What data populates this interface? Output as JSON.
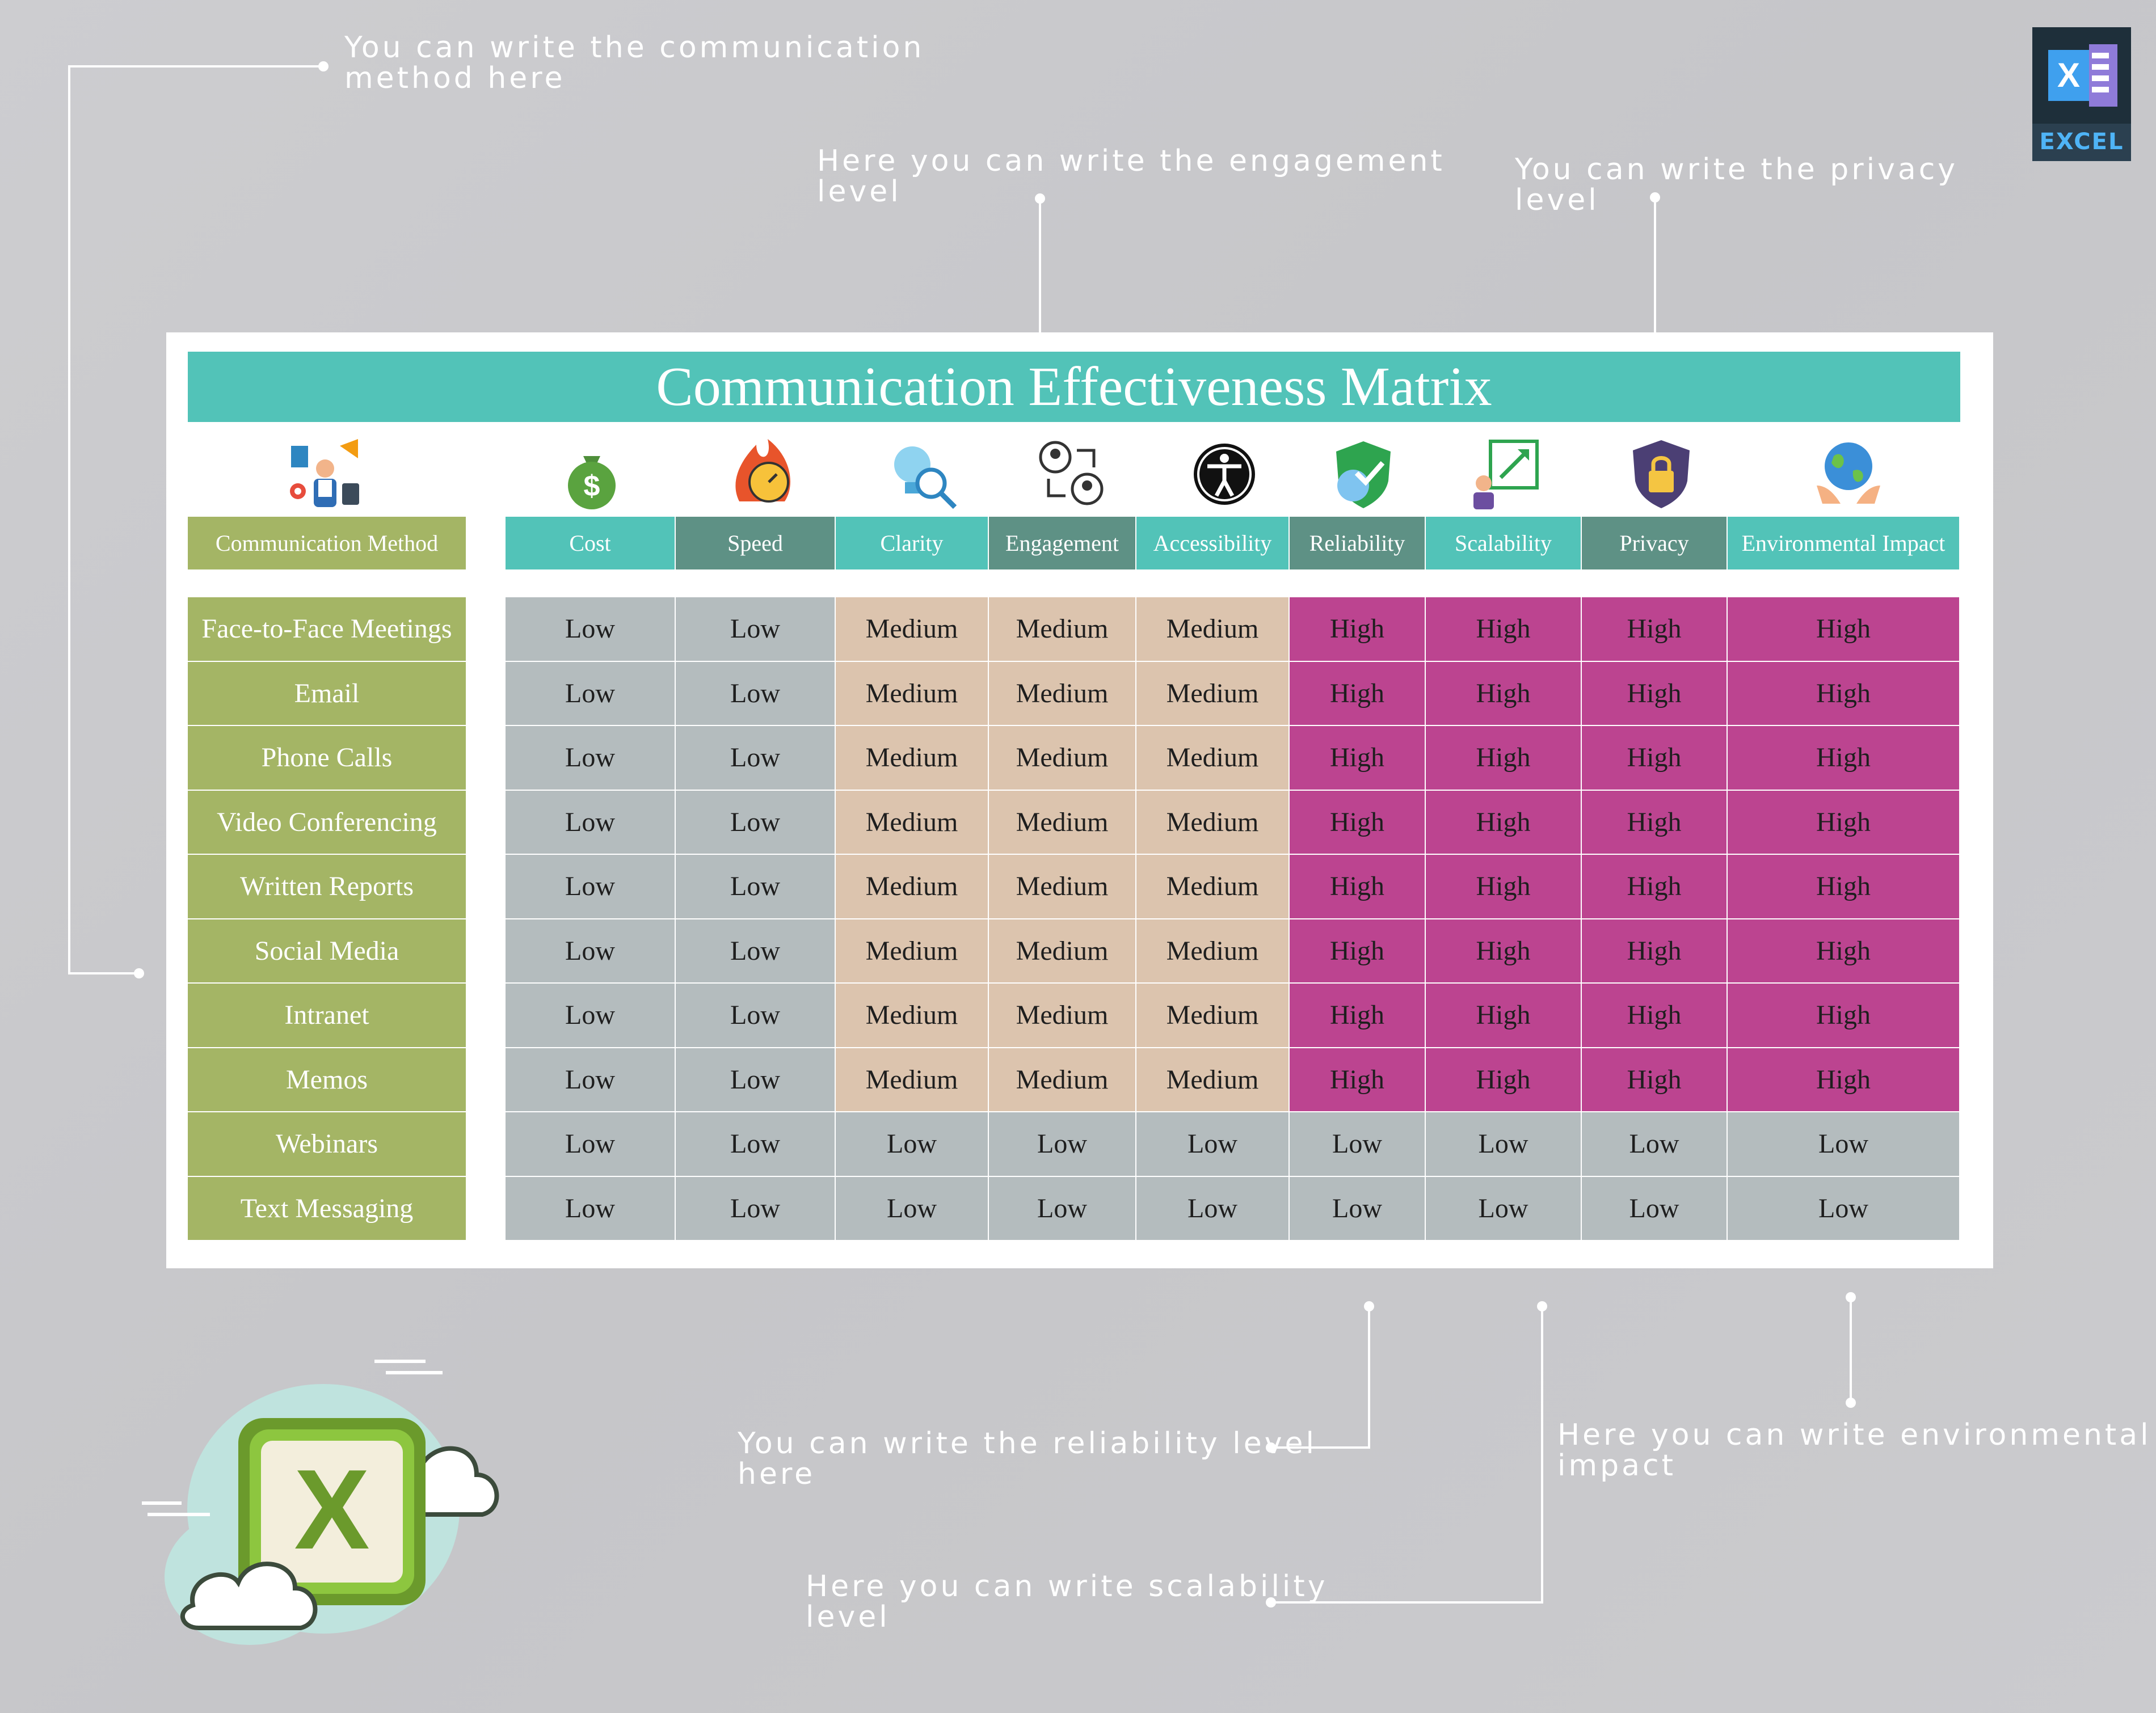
{
  "annotations": {
    "method": "You can write the communication\nmethod here",
    "engagement": "Here you can write the engagement\nlevel",
    "privacy": "You can write the privacy\nlevel",
    "reliability": "You can write the reliability level\nhere",
    "environmental": "Here you can write environmental\nimpact",
    "scalability": "Here you can write scalability\nlevel"
  },
  "excel_badge_label": "EXCEL",
  "big_logo_letter": "X",
  "badge_letter": "X",
  "matrix": {
    "title": "Communication Effectiveness Matrix",
    "method_header": "Communication Method",
    "columns": [
      {
        "label": "Cost",
        "color": "#52c3b8",
        "icon": "money-bag-icon"
      },
      {
        "label": "Speed",
        "color": "#5e9185",
        "icon": "stopwatch-fire-icon"
      },
      {
        "label": "Clarity",
        "color": "#52c3b8",
        "icon": "lightbulb-magnifier-icon"
      },
      {
        "label": "Engagement",
        "color": "#5e9185",
        "icon": "people-exchange-icon"
      },
      {
        "label": "Accessibility",
        "color": "#52c3b8",
        "icon": "accessibility-icon"
      },
      {
        "label": "Reliability",
        "color": "#5e9185",
        "icon": "shield-check-icon"
      },
      {
        "label": "Scalability",
        "color": "#52c3b8",
        "icon": "scale-up-icon"
      },
      {
        "label": "Privacy",
        "color": "#5e9185",
        "icon": "padlock-icon"
      },
      {
        "label": "Environmental Impact",
        "color": "#52c3b8",
        "icon": "globe-hands-icon"
      }
    ],
    "rows": [
      {
        "method": "Face-to-Face Meetings",
        "values": [
          "Low",
          "Low",
          "Medium",
          "Medium",
          "Medium",
          "High",
          "High",
          "High",
          "High"
        ]
      },
      {
        "method": "Email",
        "values": [
          "Low",
          "Low",
          "Medium",
          "Medium",
          "Medium",
          "High",
          "High",
          "High",
          "High"
        ]
      },
      {
        "method": "Phone Calls",
        "values": [
          "Low",
          "Low",
          "Medium",
          "Medium",
          "Medium",
          "High",
          "High",
          "High",
          "High"
        ]
      },
      {
        "method": "Video Conferencing",
        "values": [
          "Low",
          "Low",
          "Medium",
          "Medium",
          "Medium",
          "High",
          "High",
          "High",
          "High"
        ]
      },
      {
        "method": "Written Reports",
        "values": [
          "Low",
          "Low",
          "Medium",
          "Medium",
          "Medium",
          "High",
          "High",
          "High",
          "High"
        ]
      },
      {
        "method": "Social Media",
        "values": [
          "Low",
          "Low",
          "Medium",
          "Medium",
          "Medium",
          "High",
          "High",
          "High",
          "High"
        ]
      },
      {
        "method": "Intranet",
        "values": [
          "Low",
          "Low",
          "Medium",
          "Medium",
          "Medium",
          "High",
          "High",
          "High",
          "High"
        ]
      },
      {
        "method": "Memos",
        "values": [
          "Low",
          "Low",
          "Medium",
          "Medium",
          "Medium",
          "High",
          "High",
          "High",
          "High"
        ]
      },
      {
        "method": "Webinars",
        "values": [
          "Low",
          "Low",
          "Low",
          "Low",
          "Low",
          "Low",
          "Low",
          "Low",
          "Low"
        ]
      },
      {
        "method": "Text Messaging",
        "values": [
          "Low",
          "Low",
          "Low",
          "Low",
          "Low",
          "Low",
          "Low",
          "Low",
          "Low"
        ]
      }
    ],
    "level_colors": {
      "Low": "#b4bcbe",
      "Medium": "#dcc4ae",
      "High": "#bc4490"
    }
  }
}
